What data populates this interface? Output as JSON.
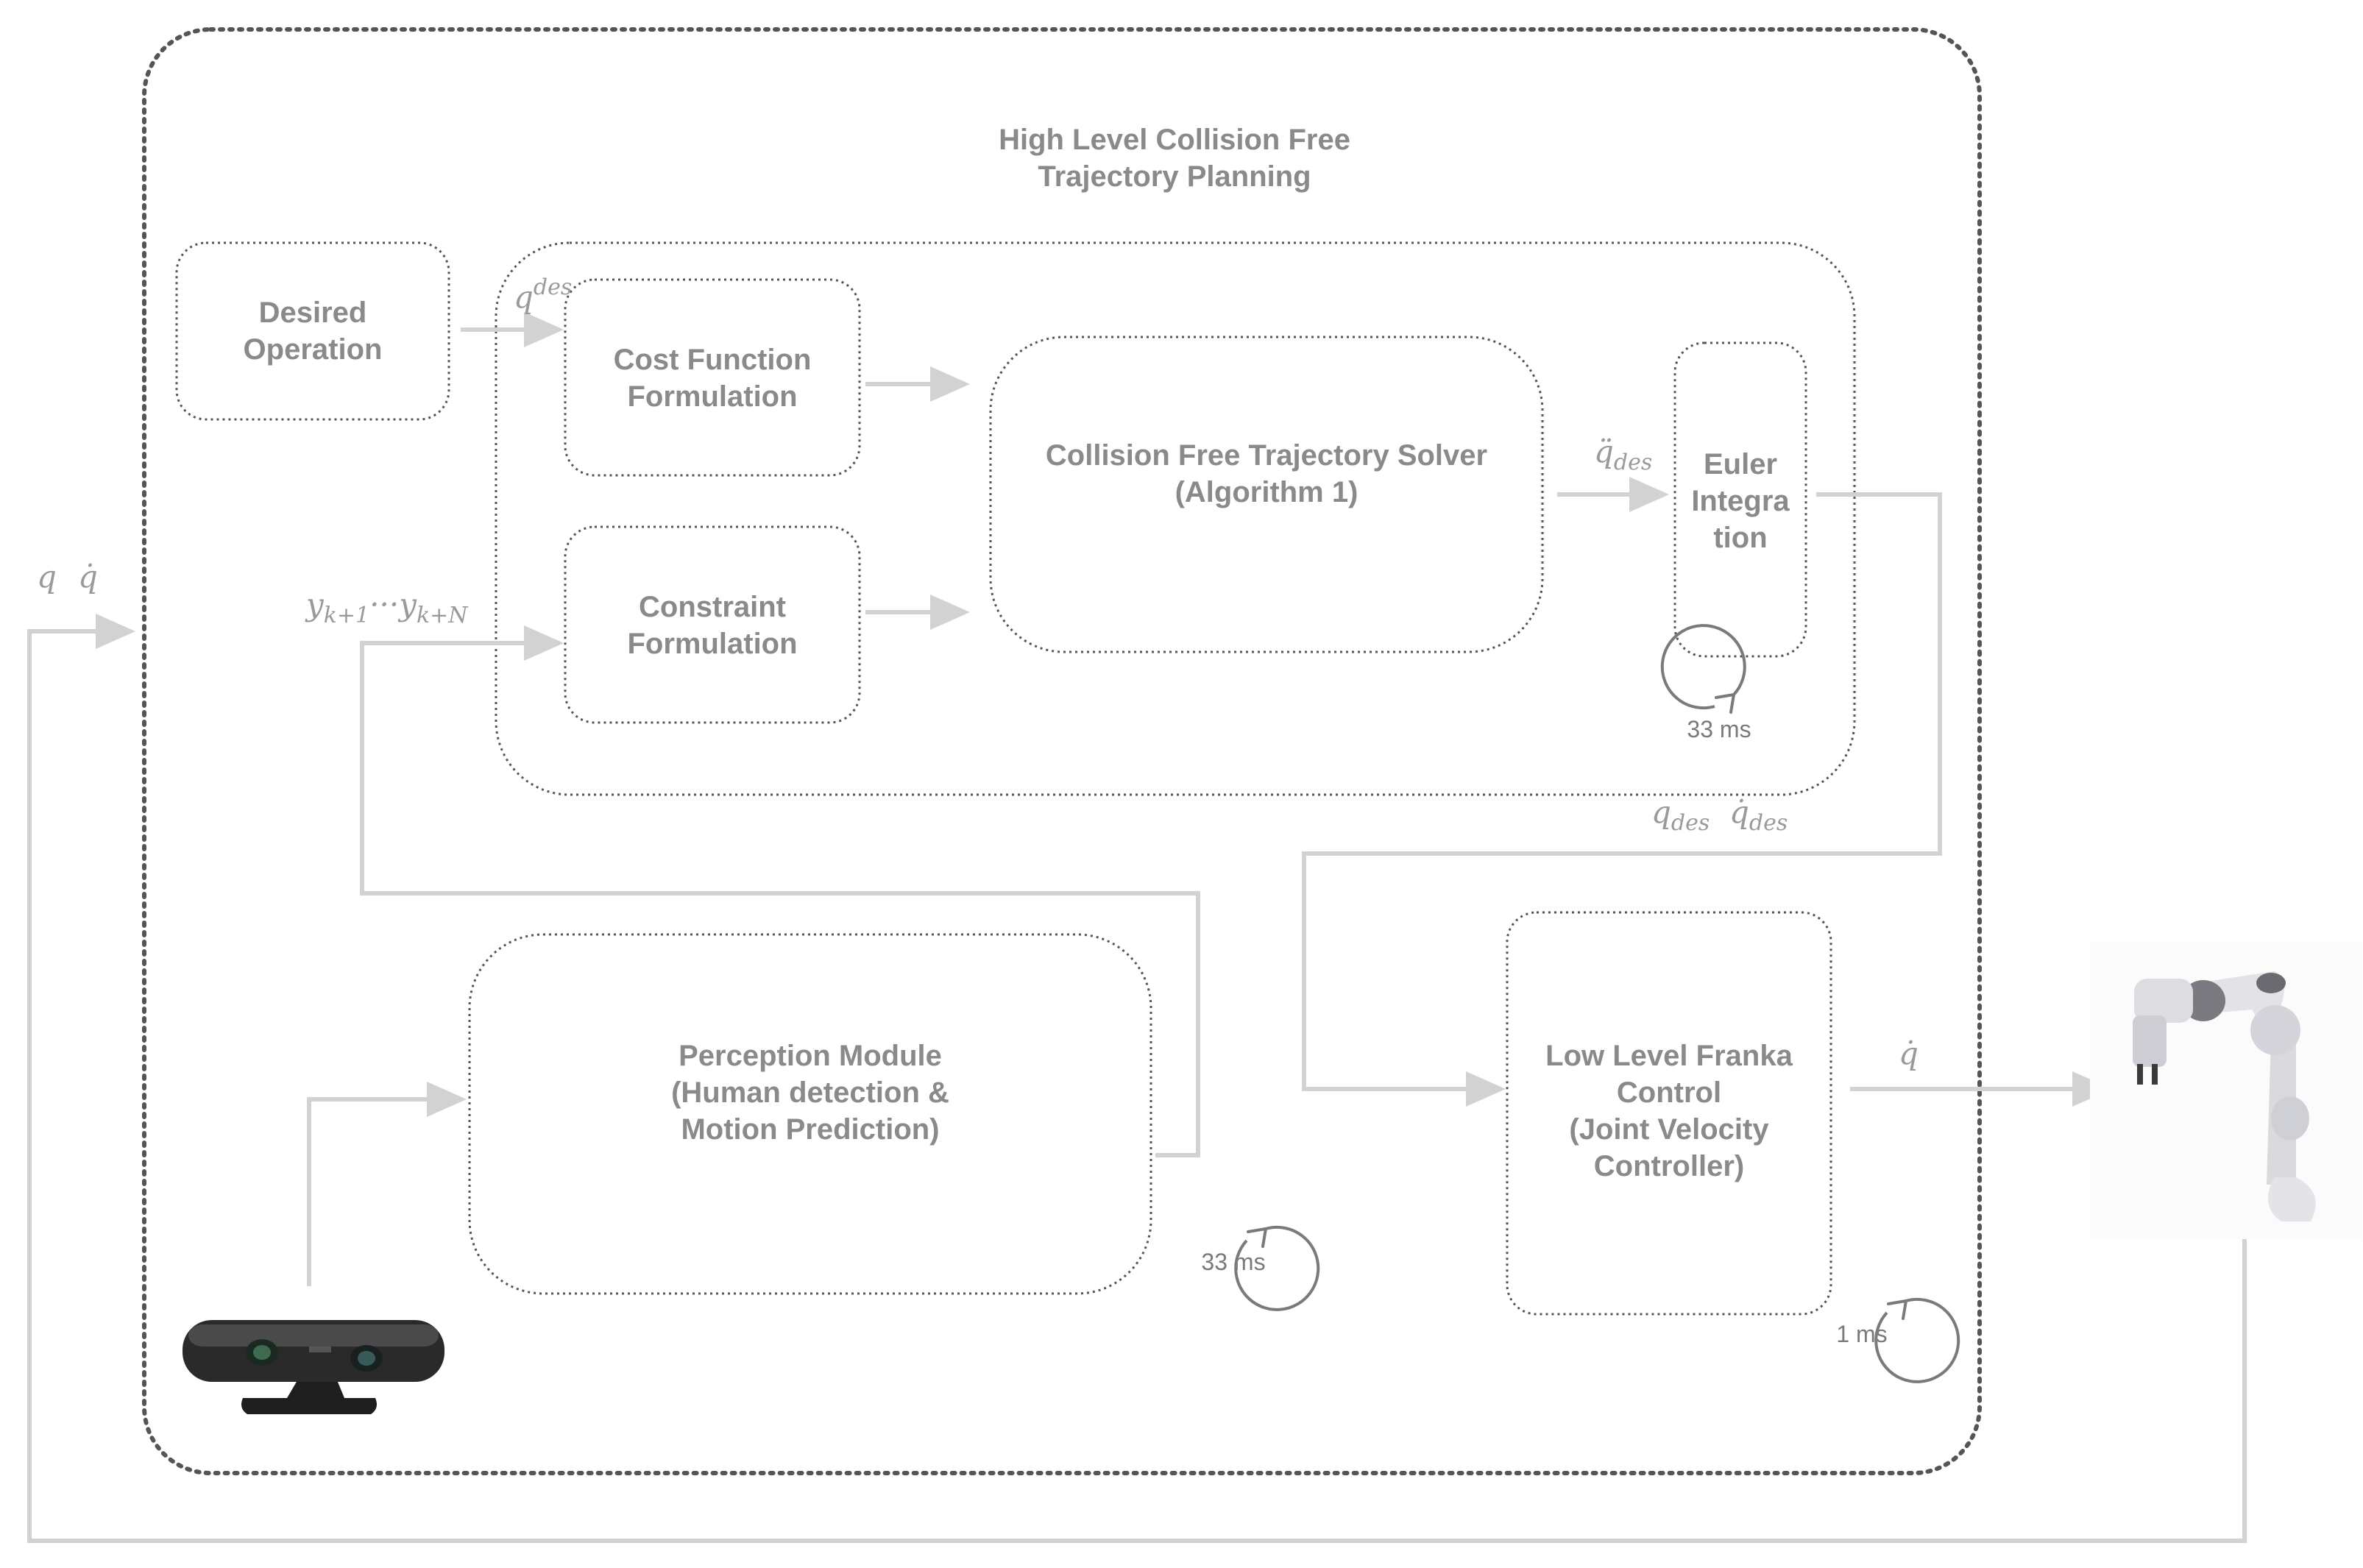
{
  "diagram": {
    "title_line1": "High Level Collision Free",
    "title_line2": "Trajectory Planning",
    "boxes": {
      "desired_operation": [
        "Desired",
        "Operation"
      ],
      "cost_function": [
        "Cost Function",
        "Formulation"
      ],
      "constraint": [
        "Constraint",
        "Formulation"
      ],
      "solver": [
        "Collision Free Trajectory Solver",
        "(Algorithm 1)"
      ],
      "euler": [
        "Euler",
        "Integra",
        "tion"
      ],
      "perception": [
        "Perception Module",
        "(Human detection &",
        "Motion Prediction)"
      ],
      "low_level": [
        "Low Level Franka",
        "Control",
        "(Joint Velocity",
        "Controller)"
      ]
    },
    "signals": {
      "q_des_base": "q",
      "q_des_sup": "des",
      "qdd_des": "q̈",
      "qdd_des_sub": "des",
      "q_des2": "q",
      "q_des2_sub": "des",
      "qd_des2": "q̇",
      "qd_des2_sub": "des",
      "qd_out": "q̇",
      "feedback_q": "q",
      "feedback_qd": "q̇",
      "y_start": "y",
      "y_start_sub": "k+1",
      "y_dots": "···",
      "y_end": "y",
      "y_end_sub": "k+N"
    },
    "timers": {
      "planner": "33 ms",
      "perception": "33 ms",
      "controller": "1 ms"
    }
  }
}
